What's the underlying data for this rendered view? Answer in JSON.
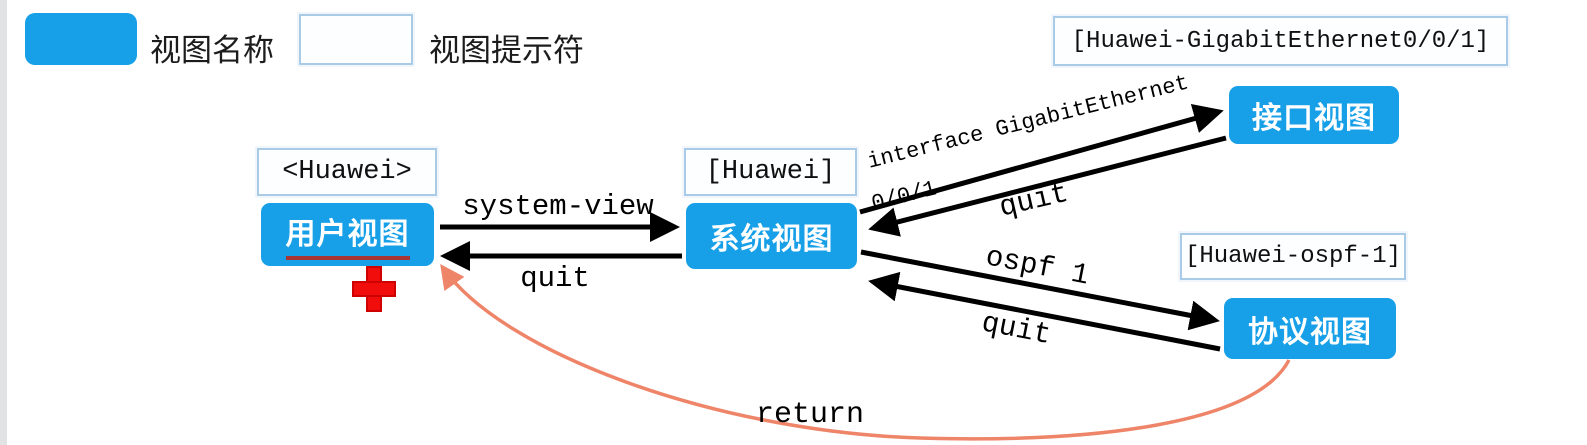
{
  "legend": {
    "view_name_label": "视图名称",
    "view_prompt_label": "视图提示符"
  },
  "prompts": {
    "interface": "[Huawei-GigabitEthernet0/0/1]",
    "user": "<Huawei>",
    "system": "[Huawei]",
    "protocol": "[Huawei-ospf-1]"
  },
  "nodes": {
    "user": "用户视图",
    "system": "系统视图",
    "interface": "接口视图",
    "protocol": "协议视图"
  },
  "commands": {
    "system_view": "system-view",
    "quit_system_to_user": "quit",
    "interface_line1": "interface GigabitEthernet",
    "interface_line2": "0/0/1",
    "quit_interface_to_system": "quit",
    "ospf": "ospf 1",
    "quit_protocol_to_system": "quit",
    "return_cmd": "return"
  },
  "colors": {
    "node_fill": "#17A0E8",
    "node_text": "#FFFFFF",
    "prompt_border": "#A9CBE6",
    "arrow_black": "#000000",
    "return_arrow": "#EE8468",
    "marker_red": "#F20D0D",
    "underline_red": "#A83434"
  }
}
